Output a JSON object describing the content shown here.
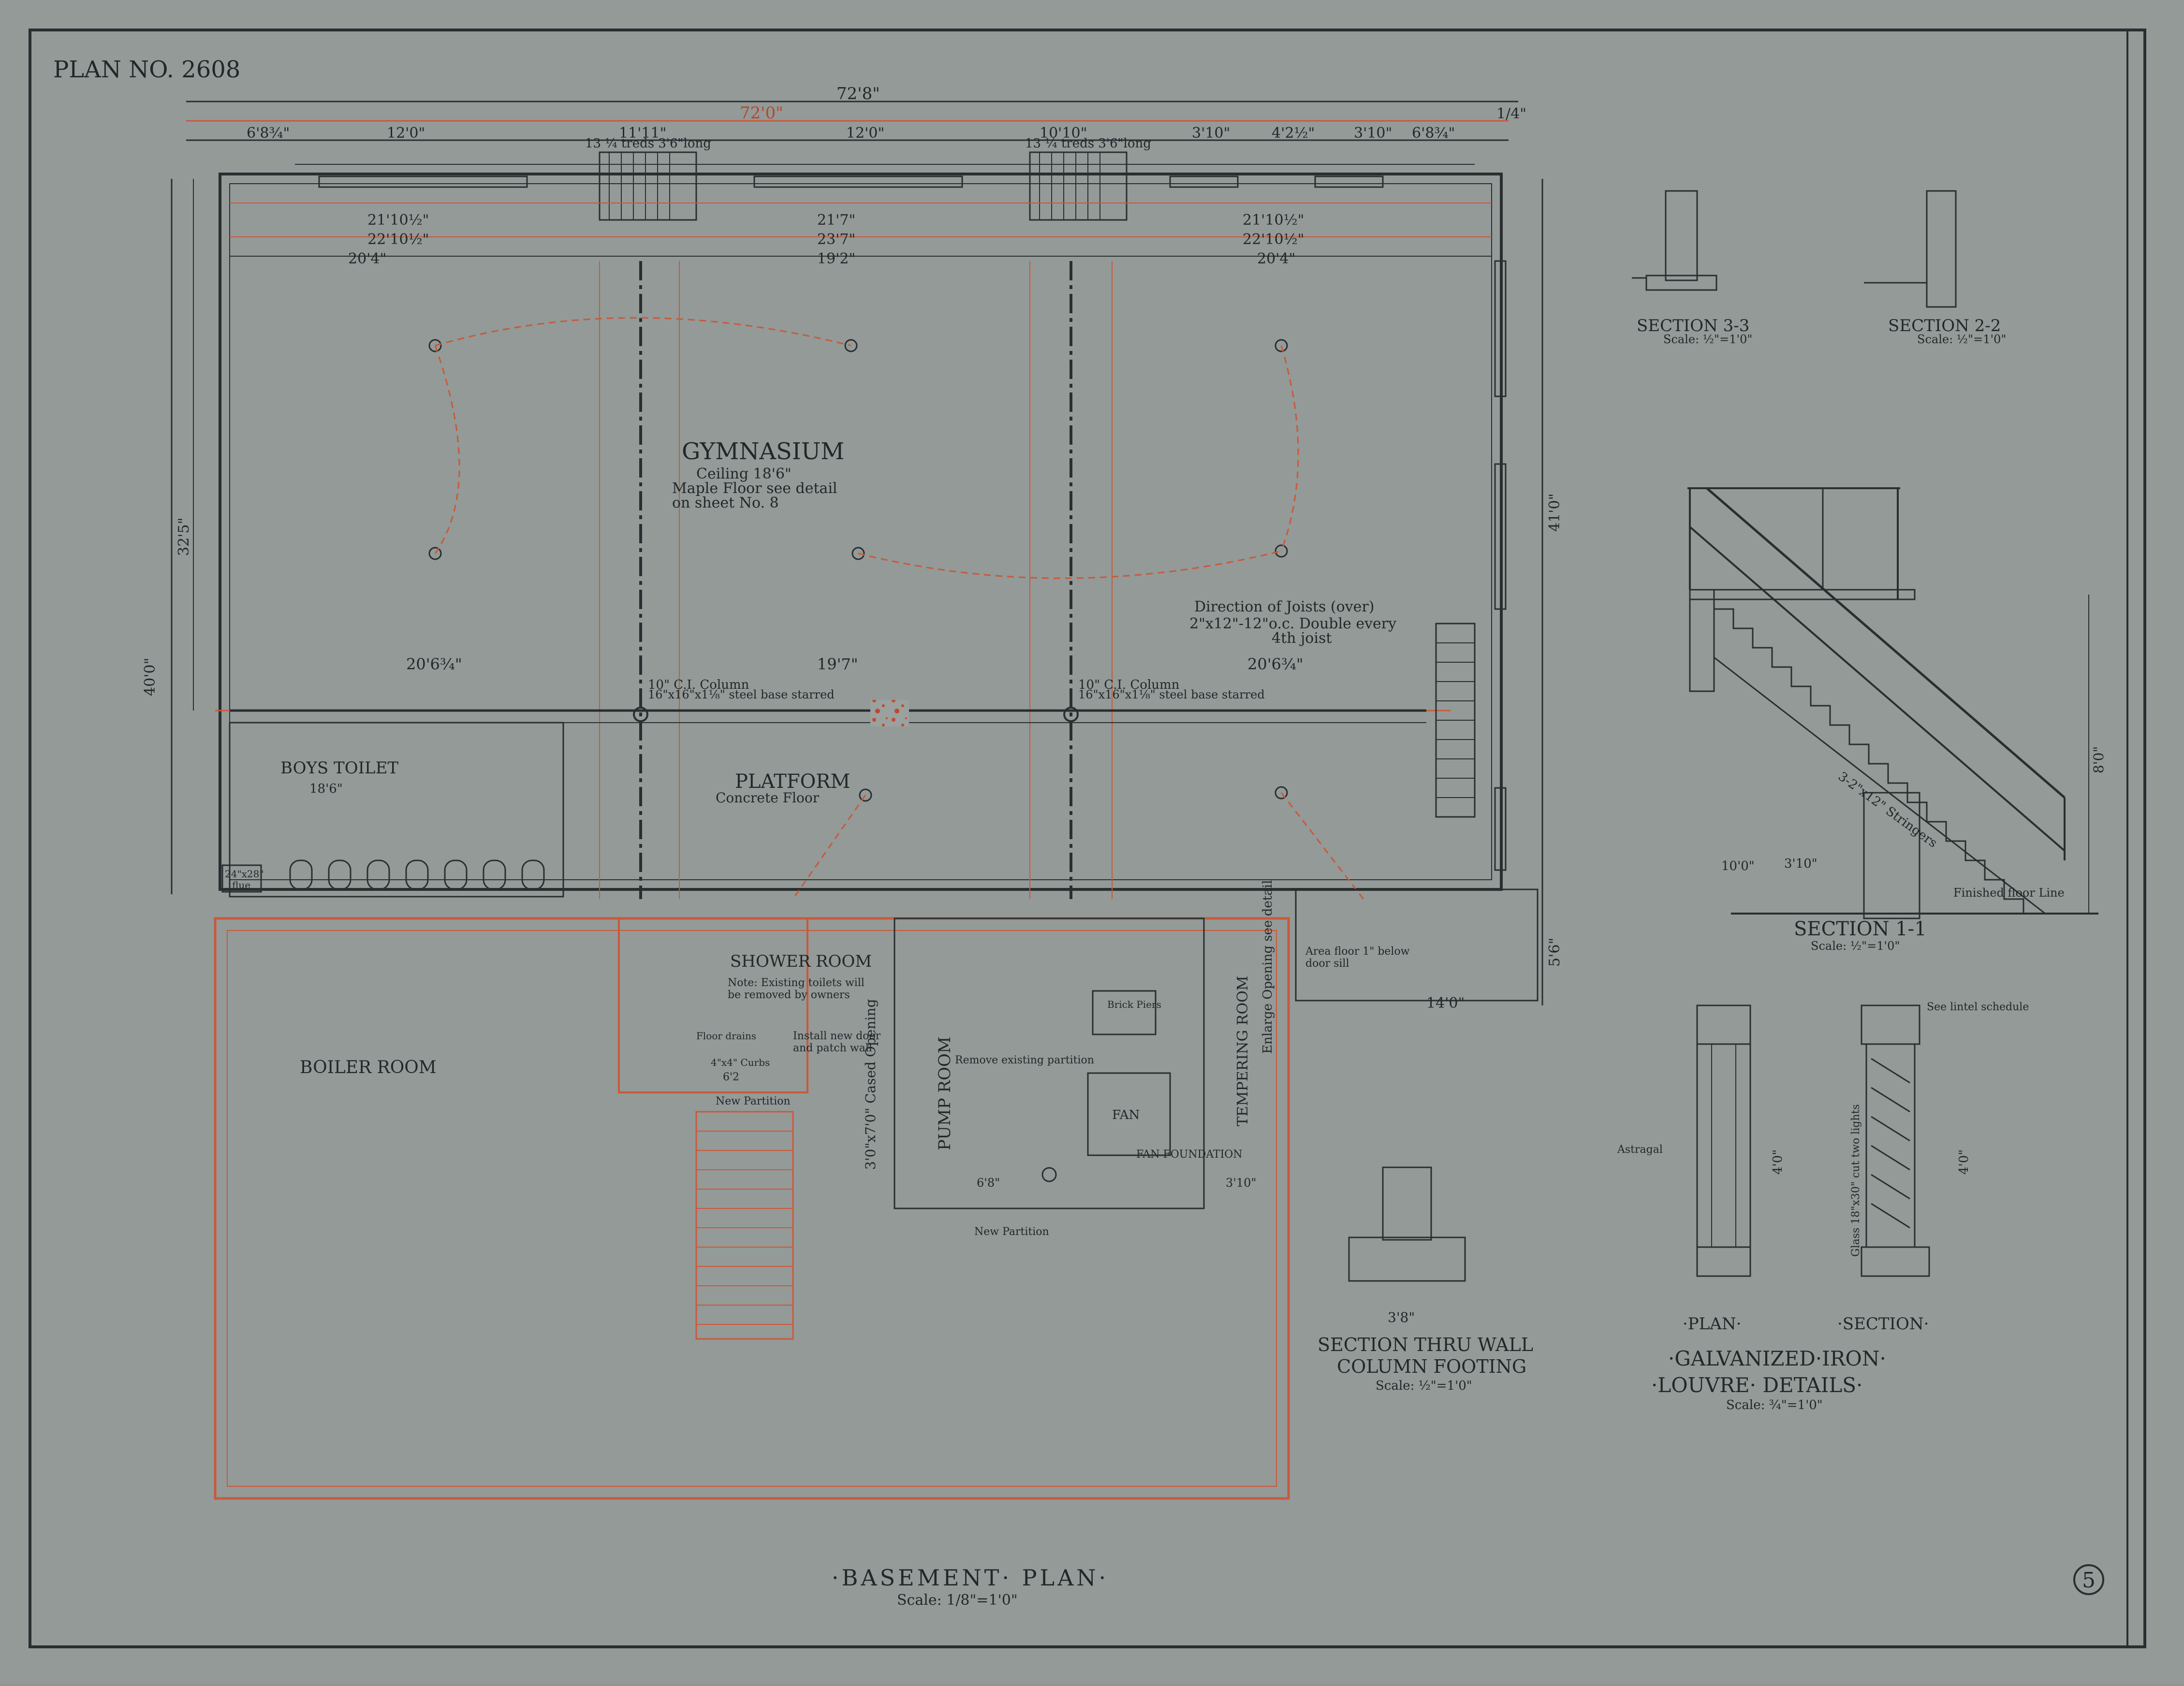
{
  "sheet": {
    "plan_number": "PLAN NO. 2608",
    "sheet_number": "5"
  },
  "basement": {
    "title": "·BASEMENT· PLAN·",
    "scale": "Scale: 1/8\"=1'0\"",
    "dims": {
      "overall_outer": "72'8\"",
      "overall_inner": "72'0\"",
      "end": "1/4\"",
      "bay_a": "6'8¾\"",
      "bay_b": "12'0\"",
      "bay_c": "11'11\"",
      "bay_e": "10'10\"",
      "bay_f": "3'10\"",
      "bay_g": "4'2½\"",
      "row1_a": "21'10½\"",
      "row1_b": "21'7\"",
      "row2_a": "22'10½\"",
      "row2_b": "23'7\"",
      "row3_a": "20'4\"",
      "row3_b": "19'2\"",
      "row3_c": "20'4\"",
      "gym_a": "20'6¾\"",
      "gym_b": "19'7\"",
      "gym_c": "20'6¾\"",
      "toilet": "18'6\"",
      "curb": "6'2",
      "left_overall": "40'0\"",
      "left_gym": "32'5\"",
      "right_a": "41'0\"",
      "right_b": "5'6\"",
      "entrance": "14'0\"",
      "pump_a": "6'8\"",
      "pump_b": "3'10\""
    },
    "labels": {
      "treads": "13 ¼ treds 3'6\"long",
      "flue_size": "24\"x28\"",
      "flue": "flue"
    },
    "rooms": {
      "gymnasium": "GYMNASIUM",
      "gym_ceiling": "Ceiling 18'6\"",
      "gym_floor": "Maple Floor see detail",
      "gym_sheet": "on sheet No. 8",
      "platform": "PLATFORM",
      "platform_floor": "Concrete Floor",
      "boys_toilet": "BOYS TOILET",
      "boiler_room": "BOILER ROOM",
      "shower_room": "SHOWER ROOM",
      "pump_room": "PUMP ROOM",
      "tempering_room": "TEMPERING ROOM"
    },
    "notes": {
      "joists_1": "Direction of Joists (over)",
      "joists_2": "2\"x12\"-12\"o.c. Double every",
      "joists_3": "4th joist",
      "column_1": "10\" C.I. Column",
      "column_2": "16\"x16\"x1⅛\" steel base starred",
      "shower_1": "Note: Existing toilets will",
      "shower_2": "be removed by owners",
      "shower_3": "Install new door",
      "shower_4": "and patch wall",
      "floor_drains": "Floor drains",
      "curbs": "4\"x4\" Curbs",
      "new_partition": "New Partition",
      "cased_opening": "3'0\"x7'0\" Cased Opening",
      "enlarge_opening": "Enlarge Opening see detail",
      "remove_partition": "Remove existing partition",
      "new_partition_2": "New Partition",
      "fan_foundation": "FAN FOUNDATION",
      "brick_piers": "Brick Piers",
      "fan": "FAN",
      "area_floor": "Area floor 1\" below",
      "door_sill": "door sill"
    }
  },
  "details": {
    "section_3_3": {
      "label": "SECTION 3-3",
      "scale": "Scale: ½\"=1'0\""
    },
    "section_2_2": {
      "label": "SECTION 2-2",
      "scale": "Scale: ½\"=1'0\""
    },
    "section_1_1": {
      "label": "SECTION 1-1",
      "scale": "Scale: ½\"=1'0\"",
      "height": "8'0\"",
      "stringers": "3-2\"x12\" Stringers",
      "dim_run": "3'10\"",
      "dim_landing": "10'0\"",
      "floor_note": "Finished floor Line"
    },
    "column_footing": {
      "width": "3'8\"",
      "label_1": "SECTION THRU WALL",
      "label_2": "COLUMN FOOTING",
      "scale": "Scale: ½\"=1'0\""
    },
    "louvre": {
      "astragal": "Astragal",
      "height": "4'0\"",
      "lintel": "See lintel schedule",
      "glass": "Glass 18\"x30\" cut two lights",
      "plan": "·PLAN·",
      "section": "·SECTION·",
      "title_1": "·GALVANIZED·IRON·",
      "title_2": "·LOUVRE· DETAILS·",
      "scale": "Scale: ¾\"=1'0\""
    }
  }
}
